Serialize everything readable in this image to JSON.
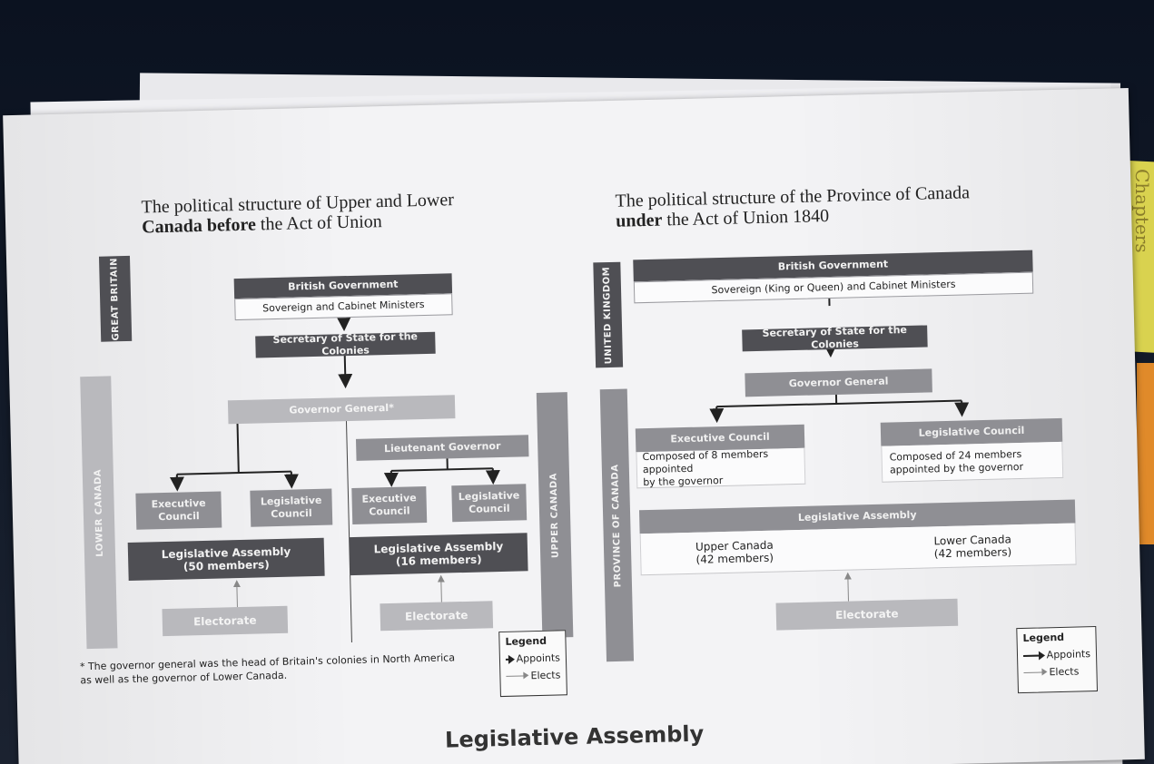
{
  "left": {
    "title_line1": "The political structure of Upper and Lower",
    "title_line2_bold": "Canada before",
    "title_line2_rest": " the Act of Union",
    "side_top": "GREAT BRITAIN",
    "side_left": "LOWER CANADA",
    "side_right": "UPPER CANADA",
    "british_government": "British Government",
    "sovereign": "Sovereign and Cabinet Ministers",
    "secretary": "Secretary of State for the Colonies",
    "governor_general": "Governor General*",
    "lieutenant_governor": "Lieutenant Governor",
    "exec_council_l1": "Executive",
    "exec_council_l2": "Council",
    "leg_council_l1": "Legislative",
    "leg_council_l2": "Council",
    "assembly_lower_l1": "Legislative Assembly",
    "assembly_lower_l2": "(50 members)",
    "assembly_upper_l1": "Legislative Assembly",
    "assembly_upper_l2": "(16 members)",
    "electorate": "Electorate",
    "footnote_l1": "* The governor general was the head of Britain's colonies in North America",
    "footnote_l2": "as well as the governor of Lower Canada.",
    "legend_title": "Legend",
    "legend_appoints": "Appoints",
    "legend_elects": "Elects"
  },
  "right": {
    "title_line1": "The political structure of the Province of Canada",
    "title_line2_bold": "under",
    "title_line2_rest": " the Act of Union 1840",
    "side_top": "UNITED KINGDOM",
    "side_bottom": "PROVINCE OF CANADA",
    "british_government": "British Government",
    "sovereign": "Sovereign (King or Queen) and Cabinet Ministers",
    "secretary": "Secretary of State for the Colonies",
    "governor_general": "Governor General",
    "exec_council": "Executive Council",
    "exec_desc_l1": "Composed of 8 members appointed",
    "exec_desc_l2": "by the governor",
    "leg_council": "Legislative Council",
    "leg_desc_l1": "Composed of 24 members",
    "leg_desc_l2": "appointed by the governor",
    "assembly": "Legislative Assembly",
    "upper_l1": "Upper Canada",
    "upper_l2": "(42 members)",
    "lower_l1": "Lower Canada",
    "lower_l2": "(42 members)",
    "electorate": "Electorate",
    "legend_title": "Legend",
    "legend_appoints": "Appoints",
    "legend_elects": "Elects"
  },
  "bottom_title": "Legislative Assembly",
  "sticky_note": "Chapters"
}
